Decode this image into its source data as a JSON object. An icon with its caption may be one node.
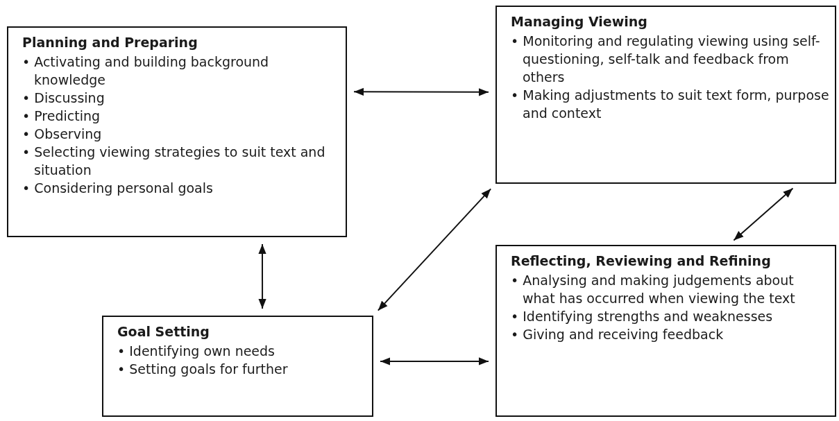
{
  "diagram": {
    "nodes": [
      {
        "text": [
          "Planning and Preparing",
          "• Activating and building background knowledge",
          "• Discussing",
          "• Predicting",
          "• Observing",
          "• Selecting viewing strategies to suit text and situation",
          "• Considering personal goals"
        ]
      },
      {
        "text": [
          "Managing Viewing",
          "• Monitoring and regulating viewing using self-questioning, self-talk and feedback from others",
          "• Making adjustments to suit text form, purpose and context"
        ]
      },
      {
        "text": [
          "Goal Setting",
          "• Identifying own needs",
          "• Setting goals for further"
        ]
      },
      {
        "text": [
          "Reflecting, Reviewing and Refining",
          "• Analysing and making judgements about what has occurred when viewing the text",
          "• Identifying strengths and weaknesses",
          "• Giving and receiving feedback"
        ]
      }
    ],
    "edges": [
      {
        "from": 0,
        "to": 1,
        "arrow": "both"
      },
      {
        "from": 0,
        "to": 2,
        "arrow": "both"
      },
      {
        "from": 2,
        "to": 1,
        "arrow": "both"
      },
      {
        "from": 1,
        "to": 3,
        "arrow": "both"
      },
      {
        "from": 2,
        "to": 3,
        "arrow": "both"
      }
    ]
  }
}
